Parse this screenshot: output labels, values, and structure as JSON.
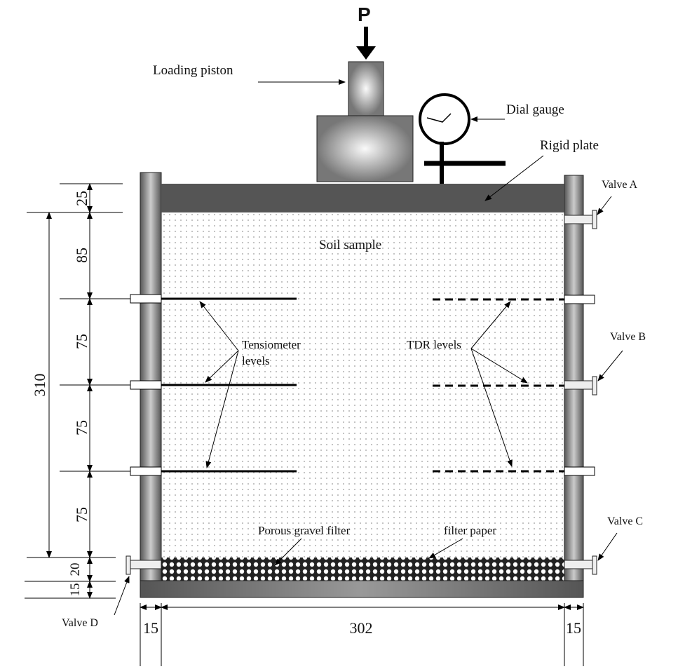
{
  "labels": {
    "force": "P",
    "loading_piston": "Loading piston",
    "dial_gauge": "Dial gauge",
    "rigid_plate": "Rigid plate",
    "soil_sample": "Soil sample",
    "tensiometer_1": "Tensiometer",
    "tensiometer_2": "levels",
    "tdr": "TDR levels",
    "gravel": "Porous gravel filter",
    "filter_paper": "filter paper",
    "valve_a": "Valve A",
    "valve_b": "Valve B",
    "valve_c": "Valve C",
    "valve_d": "Valve D"
  },
  "dimensions": {
    "plate": "25",
    "top": "85",
    "mid1": "75",
    "mid2": "75",
    "bottom": "75",
    "gravel": "20",
    "base": "15",
    "total_height": "310",
    "wall_left": "15",
    "inner_width": "302",
    "wall_right": "15"
  }
}
